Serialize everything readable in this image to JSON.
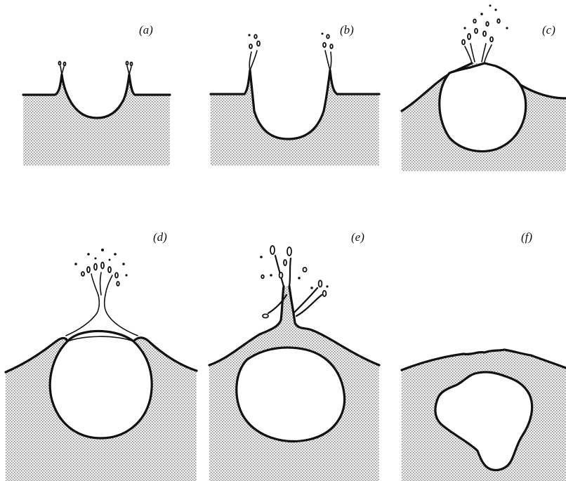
{
  "figure": {
    "panels": [
      {
        "id": "a",
        "label": "(a)"
      },
      {
        "id": "b",
        "label": "(b)"
      },
      {
        "id": "c",
        "label": "(c)"
      },
      {
        "id": "d",
        "label": "(d)"
      },
      {
        "id": "e",
        "label": "(e)"
      },
      {
        "id": "f",
        "label": "(f)"
      }
    ],
    "colors": {
      "liquid_shade": "#c8c8c8",
      "outline": "#111111",
      "background": "#ffffff"
    }
  }
}
